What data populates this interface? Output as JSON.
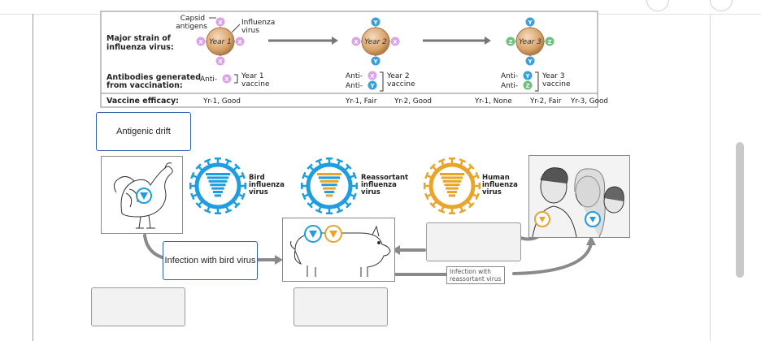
{
  "table": {
    "capsid_label": "Capsid\nantigens",
    "influenza_virus_label": "Influenza\nvirus",
    "row1_header": "Major strain of\ninfluenza virus:",
    "row2_header": "Antibodies generated\nfrom vaccination:",
    "row3_header": "Vaccine efficacy:",
    "years": [
      "Year 1",
      "Year 2",
      "Year 3"
    ],
    "antigen_symbols": [
      "X",
      "Y",
      "Z"
    ],
    "anti_prefix": "Anti-",
    "vaccines": [
      "Year 1\nvaccine",
      "Year 2\nvaccine",
      "Year 3\nvaccine"
    ],
    "efficacy": [
      [
        "Yr-1, Good"
      ],
      [
        "Yr-1, Fair",
        "Yr-2, Good"
      ],
      [
        "Yr-1, None",
        "Yr-2, Fair",
        "Yr-3, Good"
      ]
    ]
  },
  "drop_zones": {
    "antigenic_drift": "Antigenic drift",
    "infection_bird": "Infection with bird virus"
  },
  "virus_labels": {
    "bird": "Bird\ninfluenza\nvirus",
    "reassortant": "Reassortant\ninfluenza\nvirus",
    "human": "Human\ninfluenza\nvirus"
  },
  "tag_reassortant": "Infection with\nreassortant virus",
  "colors": {
    "bird_virus": "#1e9ee0",
    "human_virus": "#e9a52a",
    "virion": "#d9a36b",
    "antigen_x": "#d9a3e6",
    "antigen_y": "#3aa0dc",
    "antigen_z": "#6cc07b",
    "active_drop_border": "#2f5fa8"
  }
}
